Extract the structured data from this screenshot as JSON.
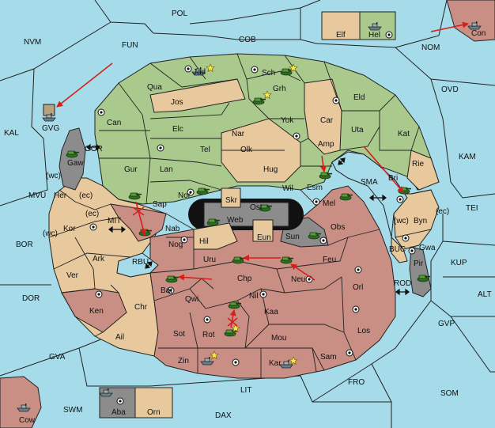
{
  "colors": {
    "sea": "#a6dbe9",
    "green": "#a9c98d",
    "tan": "#e8c99e",
    "red": "#c98e84",
    "gray": "#8c8c8c",
    "move_arrow": "#d3201b"
  },
  "labels": {
    "POL": "POL",
    "NVM": "NVM",
    "FUN": "FUN",
    "COB": "COB",
    "NOM": "NOM",
    "Con": "Con",
    "Elf": "Elf",
    "Hel": "Hel",
    "OVD": "OVD",
    "KAL": "KAL",
    "GVG": "GVG",
    "KAM": "KAM",
    "GOR": "GOR",
    "MVU": "MVU",
    "MIT": "MIT",
    "BOR": "BOR",
    "RBU": "RBU",
    "DOR": "DOR",
    "GVA": "GVA",
    "SWM": "SWM",
    "Cow": "Cow",
    "Aba": "Aba",
    "Orn": "Orn",
    "DAX": "DAX",
    "LIT": "LIT",
    "FRO": "FRO",
    "SOM": "SOM",
    "GVP": "GVP",
    "ALT": "ALT",
    "KUP": "KUP",
    "TEI": "TEI",
    "BUC": "BUC",
    "ROD": "ROD",
    "SMA": "SMA",
    "Jad": "Jad",
    "Sch": "Sch",
    "Qua": "Qua",
    "Jos": "Jos",
    "Grh": "Grh",
    "Eld": "Eld",
    "Can": "Can",
    "Car": "Car",
    "Elc": "Elc",
    "Nar": "Nar",
    "Yok": "Yok",
    "Uta": "Uta",
    "Kat": "Kat",
    "Tel": "Tel",
    "Olk": "Olk",
    "Amp": "Amp",
    "Gaw": "Gaw",
    "Gur": "Gur",
    "Lan": "Lan",
    "Hug": "Hug",
    "Rie": "Rie",
    "Bri": "Bri",
    "Her": "Her",
    "Nor": "Nor",
    "Wil": "Wil",
    "Esm": "Esm",
    "Sap": "Sap",
    "Skr": "Skr",
    "Ost": "Ost",
    "Web": "Web",
    "Mel": "Mel",
    "Byn": "Byn",
    "Kor": "Kor",
    "Nab": "Nab",
    "Eun": "Eun",
    "Sun": "Sun",
    "Obs": "Obs",
    "Gwa": "Gwa",
    "Hil": "Hil",
    "Ark": "Ark",
    "Nog": "Nog",
    "Uru": "Uru",
    "Feu": "Feu",
    "Pir": "Pir",
    "Ver": "Ver",
    "Chp": "Chp",
    "Neu": "Neu",
    "Bar": "Bar",
    "Qwi": "Qwi",
    "Orl": "Orl",
    "Nil": "Nil",
    "Ken": "Ken",
    "Chr": "Chr",
    "Kaa": "Kaa",
    "Ail": "Ail",
    "Sot": "Sot",
    "Rot": "Rot",
    "Mou": "Mou",
    "Los": "Los",
    "Zin": "Zin",
    "Kar": "Kar",
    "Sam": "Sam",
    "wc": "(wc)",
    "ec": "(ec)"
  },
  "icons": {
    "army": "army-tank-icon",
    "fleet": "fleet-ship-icon",
    "supply_center": "supply-center-icon",
    "star": "star-icon",
    "arrow": "move-arrow-icon",
    "cross": "failed-move-cross-icon"
  }
}
